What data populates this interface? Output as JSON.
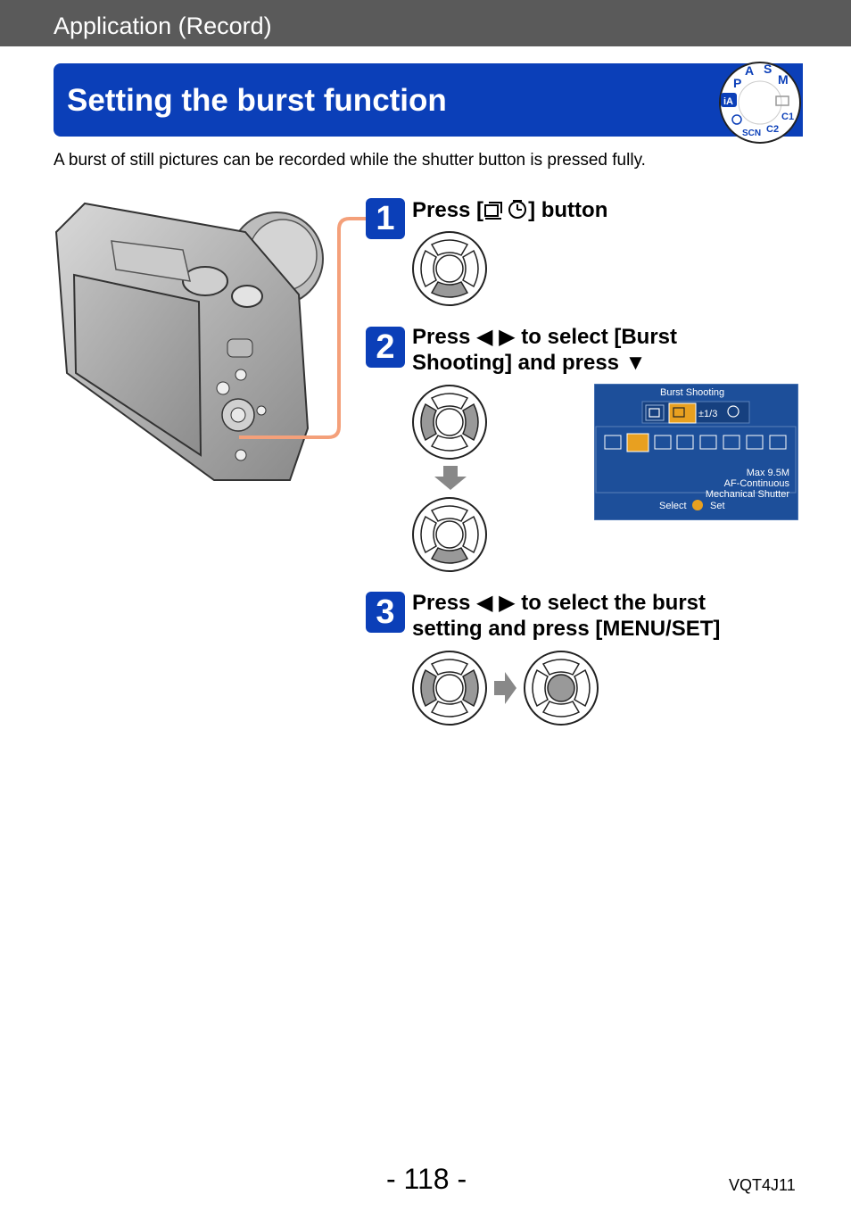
{
  "header": {
    "section": "Application (Record)"
  },
  "title": "Setting the burst function",
  "mode_dial": {
    "labels": [
      "P",
      "A",
      "S",
      "M",
      "C1",
      "C2",
      "SCN",
      "iA"
    ]
  },
  "intro": "A burst of still pictures can be recorded while the shutter button is pressed fully.",
  "steps": [
    {
      "number": "1",
      "text_a": "Press [",
      "text_b": "] button"
    },
    {
      "number": "2",
      "line1": "Press ◀ ▶ to select [Burst",
      "line2": "Shooting] and press ▼"
    },
    {
      "number": "3",
      "line1": "Press ◀ ▶ to select the burst",
      "line2": "setting and press [MENU/SET]"
    }
  ],
  "menu_screen": {
    "title": "Burst Shooting",
    "top_items": [
      "±1/3"
    ],
    "info": [
      "Max 9.5M",
      "AF-Continuous",
      "Mechanical Shutter"
    ],
    "footer_select": "Select",
    "footer_set": "Set",
    "colors": {
      "bg": "#1d4f9a",
      "highlight": "#e8a020"
    }
  },
  "footer": {
    "page": "- 118 -",
    "code": "VQT4J11"
  }
}
